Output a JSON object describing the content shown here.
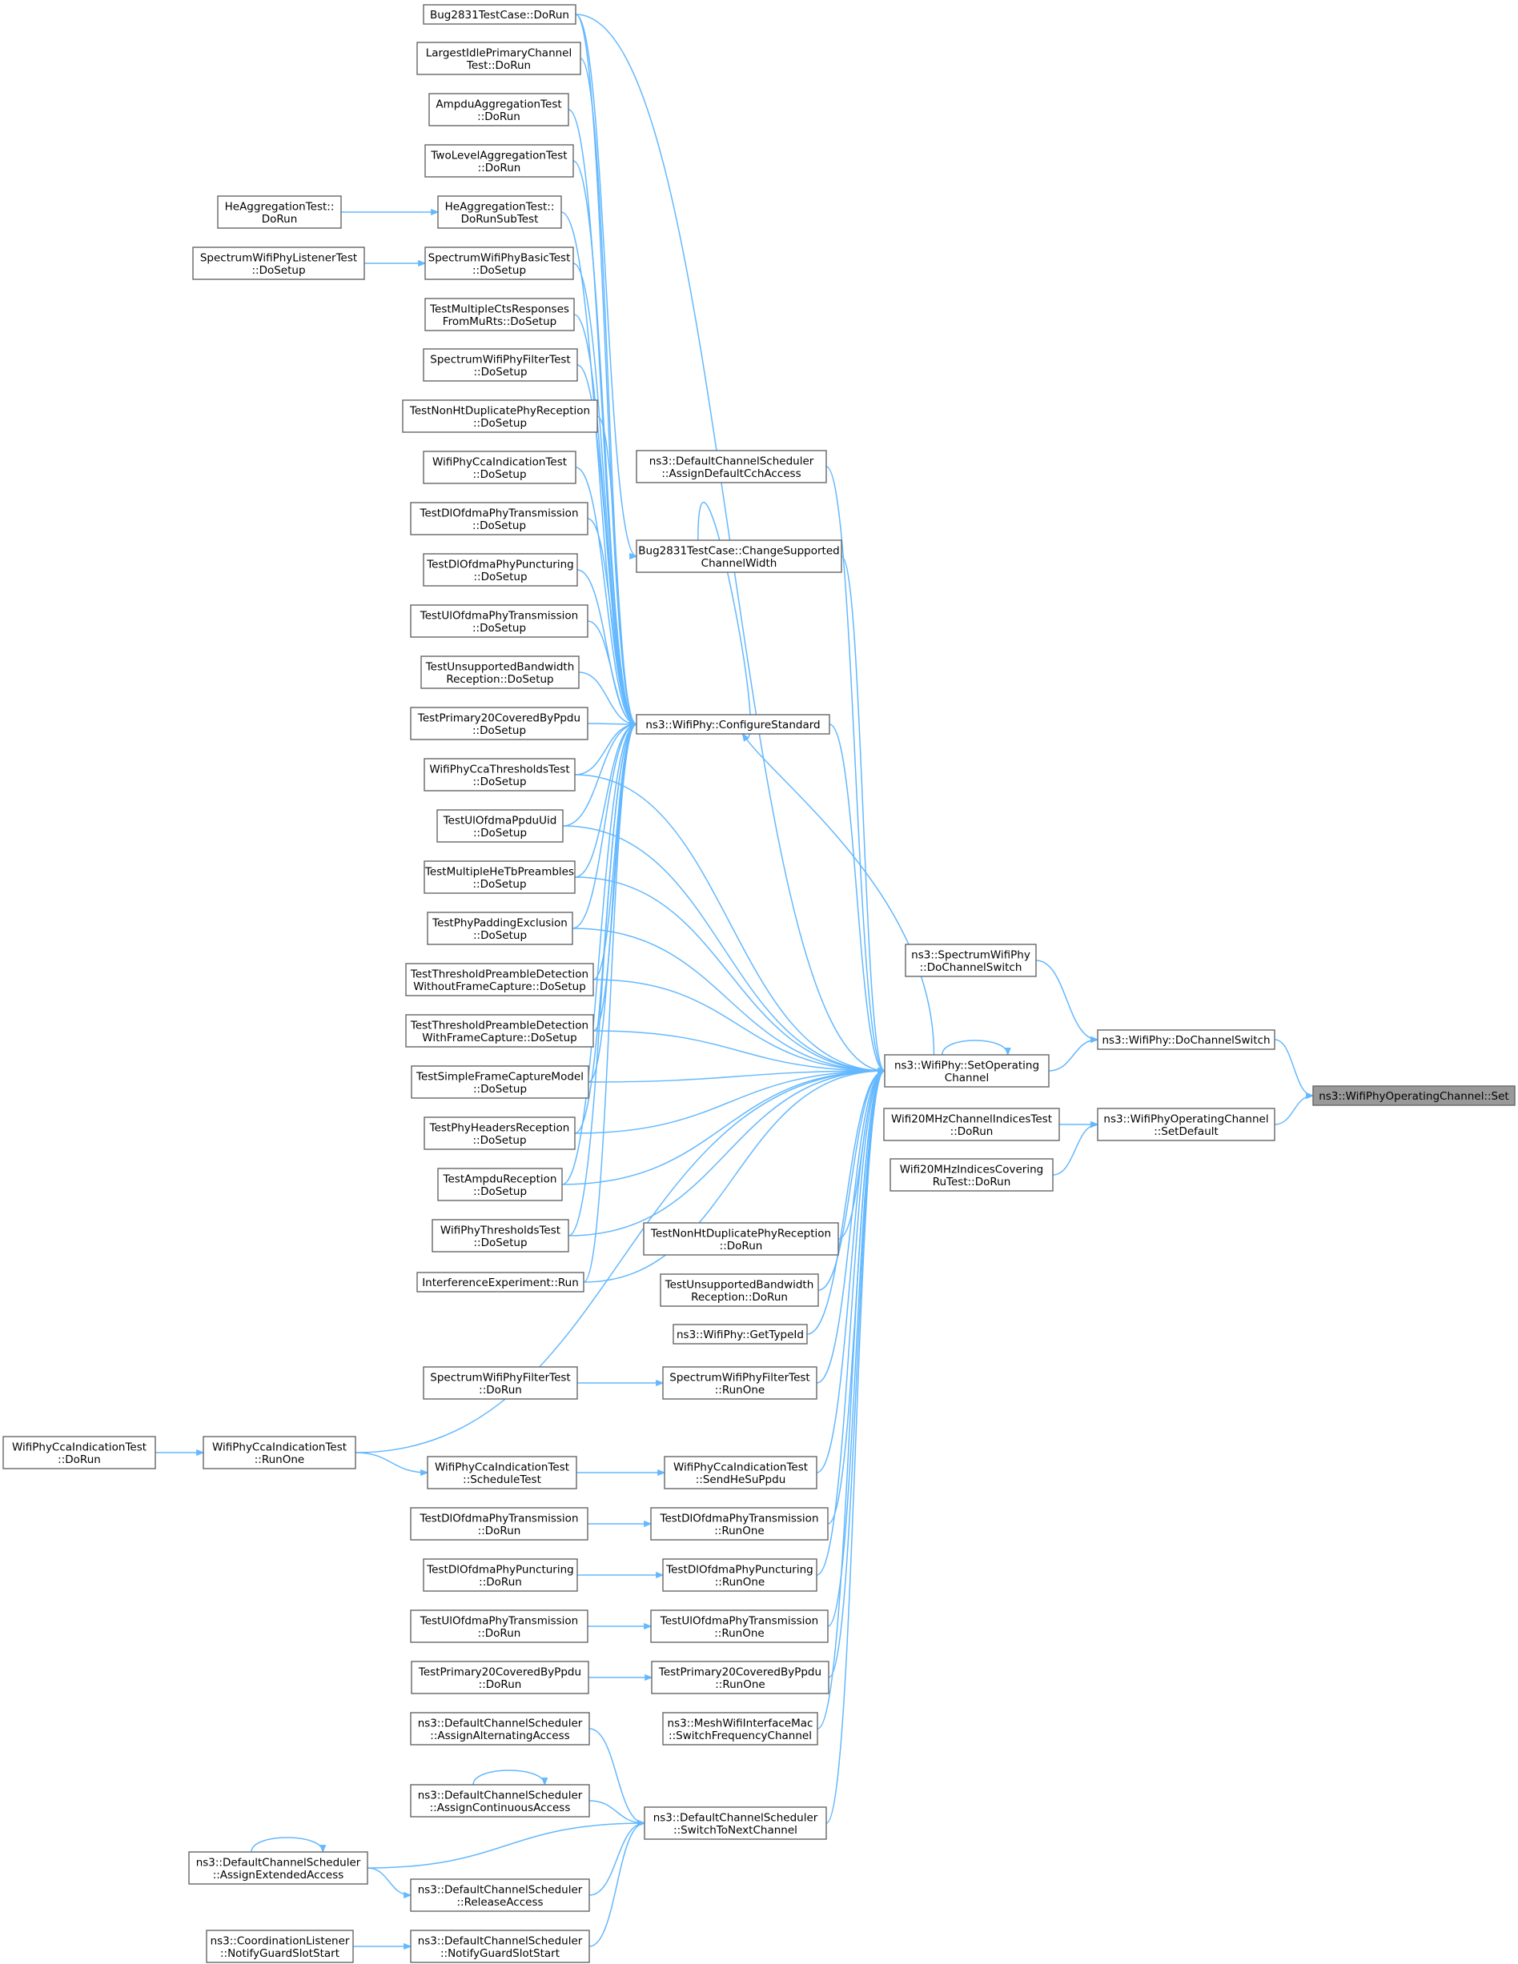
{
  "nodes": [
    {
      "id": "target",
      "lines": [
        "ns3::WifiPhyOperatingChannel::Set"
      ],
      "root": true
    },
    {
      "id": "dochswitch",
      "lines": [
        "ns3::WifiPhy::DoChannelSwitch"
      ]
    },
    {
      "id": "setdefault",
      "lines": [
        "ns3::WifiPhyOperatingChannel",
        "::SetDefault"
      ]
    },
    {
      "id": "spdochswitch",
      "lines": [
        "ns3::SpectrumWifiPhy",
        "::DoChannelSwitch"
      ]
    },
    {
      "id": "setop",
      "lines": [
        "ns3::WifiPhy::SetOperating",
        "Channel"
      ]
    },
    {
      "id": "w20idx",
      "lines": [
        "Wifi20MHzChannelIndicesTest",
        "::DoRun"
      ]
    },
    {
      "id": "w20ru",
      "lines": [
        "Wifi20MHzIndicesCovering",
        "RuTest::DoRun"
      ]
    },
    {
      "id": "cfgstd",
      "lines": [
        "ns3::WifiPhy::ConfigureStandard"
      ]
    },
    {
      "id": "assigncch",
      "lines": [
        "ns3::DefaultChannelScheduler",
        "::AssignDefaultCchAccess"
      ]
    },
    {
      "id": "bugchange",
      "lines": [
        "Bug2831TestCase::ChangeSupported",
        "ChannelWidth"
      ]
    },
    {
      "id": "nonhtrun",
      "lines": [
        "TestNonHtDuplicatePhyReception",
        "::DoRun"
      ]
    },
    {
      "id": "unsuprun",
      "lines": [
        "TestUnsupportedBandwidth",
        "Reception::DoRun"
      ]
    },
    {
      "id": "gettypeid",
      "lines": [
        "ns3::WifiPhy::GetTypeId"
      ]
    },
    {
      "id": "spfiltrunone",
      "lines": [
        "SpectrumWifiPhyFilterTest",
        "::RunOne"
      ]
    },
    {
      "id": "ccasendhe",
      "lines": [
        "WifiPhyCcaIndicationTest",
        "::SendHeSuPpdu"
      ]
    },
    {
      "id": "dlofdmrunone",
      "lines": [
        "TestDlOfdmaPhyTransmission",
        "::RunOne"
      ]
    },
    {
      "id": "dlpuncrunone",
      "lines": [
        "TestDlOfdmaPhyPuncturing",
        "::RunOne"
      ]
    },
    {
      "id": "ulofdmrunone",
      "lines": [
        "TestUlOfdmaPhyTransmission",
        "::RunOne"
      ]
    },
    {
      "id": "p20runone",
      "lines": [
        "TestPrimary20CoveredByPpdu",
        "::RunOne"
      ]
    },
    {
      "id": "meshswitch",
      "lines": [
        "ns3::MeshWifiInterfaceMac",
        "::SwitchFrequencyChannel"
      ]
    },
    {
      "id": "switchnext",
      "lines": [
        "ns3::DefaultChannelScheduler",
        "::SwitchToNextChannel"
      ]
    },
    {
      "id": "bugdorun",
      "lines": [
        "Bug2831TestCase::DoRun"
      ]
    },
    {
      "id": "largest",
      "lines": [
        "LargestIdlePrimaryChannel",
        "Test::DoRun"
      ]
    },
    {
      "id": "ampduagg",
      "lines": [
        "AmpduAggregationTest",
        "::DoRun"
      ]
    },
    {
      "id": "twolevel",
      "lines": [
        "TwoLevelAggregationTest",
        "::DoRun"
      ]
    },
    {
      "id": "heaggsub",
      "lines": [
        "HeAggregationTest::",
        "DoRunSubTest"
      ]
    },
    {
      "id": "heaggrun",
      "lines": [
        "HeAggregationTest::",
        "DoRun"
      ]
    },
    {
      "id": "spbasic",
      "lines": [
        "SpectrumWifiPhyBasicTest",
        "::DoSetup"
      ]
    },
    {
      "id": "splistener",
      "lines": [
        "SpectrumWifiPhyListenerTest",
        "::DoSetup"
      ]
    },
    {
      "id": "multicts",
      "lines": [
        "TestMultipleCtsResponses",
        "FromMuRts::DoSetup"
      ]
    },
    {
      "id": "spfiltsetup",
      "lines": [
        "SpectrumWifiPhyFilterTest",
        "::DoSetup"
      ]
    },
    {
      "id": "nonhtsetup",
      "lines": [
        "TestNonHtDuplicatePhyReception",
        "::DoSetup"
      ]
    },
    {
      "id": "ccasetup",
      "lines": [
        "WifiPhyCcaIndicationTest",
        "::DoSetup"
      ]
    },
    {
      "id": "dlofdmsetup",
      "lines": [
        "TestDlOfdmaPhyTransmission",
        "::DoSetup"
      ]
    },
    {
      "id": "dlpuncsetup",
      "lines": [
        "TestDlOfdmaPhyPuncturing",
        "::DoSetup"
      ]
    },
    {
      "id": "ulofdmsetup",
      "lines": [
        "TestUlOfdmaPhyTransmission",
        "::DoSetup"
      ]
    },
    {
      "id": "unsupsetup",
      "lines": [
        "TestUnsupportedBandwidth",
        "Reception::DoSetup"
      ]
    },
    {
      "id": "p20setup",
      "lines": [
        "TestPrimary20CoveredByPpdu",
        "::DoSetup"
      ]
    },
    {
      "id": "ccathresh",
      "lines": [
        "WifiPhyCcaThresholdsTest",
        "::DoSetup"
      ]
    },
    {
      "id": "ulppduuid",
      "lines": [
        "TestUlOfdmaPpduUid",
        "::DoSetup"
      ]
    },
    {
      "id": "multihetb",
      "lines": [
        "TestMultipleHeTbPreambles",
        "::DoSetup"
      ]
    },
    {
      "id": "padding",
      "lines": [
        "TestPhyPaddingExclusion",
        "::DoSetup"
      ]
    },
    {
      "id": "threshwo",
      "lines": [
        "TestThresholdPreambleDetection",
        "WithoutFrameCapture::DoSetup"
      ]
    },
    {
      "id": "threshwith",
      "lines": [
        "TestThresholdPreambleDetection",
        "WithFrameCapture::DoSetup"
      ]
    },
    {
      "id": "simplecap",
      "lines": [
        "TestSimpleFrameCaptureModel",
        "::DoSetup"
      ]
    },
    {
      "id": "headers",
      "lines": [
        "TestPhyHeadersReception",
        "::DoSetup"
      ]
    },
    {
      "id": "ampdurecv",
      "lines": [
        "TestAmpduReception",
        "::DoSetup"
      ]
    },
    {
      "id": "phythresh",
      "lines": [
        "WifiPhyThresholdsTest",
        "::DoSetup"
      ]
    },
    {
      "id": "interf",
      "lines": [
        "InterferenceExperiment::Run"
      ]
    },
    {
      "id": "spfiltrun",
      "lines": [
        "SpectrumWifiPhyFilterTest",
        "::DoRun"
      ]
    },
    {
      "id": "ccarunone",
      "lines": [
        "WifiPhyCcaIndicationTest",
        "::RunOne"
      ]
    },
    {
      "id": "ccadorun",
      "lines": [
        "WifiPhyCcaIndicationTest",
        "::DoRun"
      ]
    },
    {
      "id": "ccasched",
      "lines": [
        "WifiPhyCcaIndicationTest",
        "::ScheduleTest"
      ]
    },
    {
      "id": "dlofdmrun",
      "lines": [
        "TestDlOfdmaPhyTransmission",
        "::DoRun"
      ]
    },
    {
      "id": "dlpuncrun",
      "lines": [
        "TestDlOfdmaPhyPuncturing",
        "::DoRun"
      ]
    },
    {
      "id": "ulofdmrun",
      "lines": [
        "TestUlOfdmaPhyTransmission",
        "::DoRun"
      ]
    },
    {
      "id": "p20run",
      "lines": [
        "TestPrimary20CoveredByPpdu",
        "::DoRun"
      ]
    },
    {
      "id": "assignalt",
      "lines": [
        "ns3::DefaultChannelScheduler",
        "::AssignAlternatingAccess"
      ]
    },
    {
      "id": "assigncont",
      "lines": [
        "ns3::DefaultChannelScheduler",
        "::AssignContinuousAccess"
      ]
    },
    {
      "id": "assignext",
      "lines": [
        "ns3::DefaultChannelScheduler",
        "::AssignExtendedAccess"
      ]
    },
    {
      "id": "release",
      "lines": [
        "ns3::DefaultChannelScheduler",
        "::ReleaseAccess"
      ]
    },
    {
      "id": "notifyguard",
      "lines": [
        "ns3::DefaultChannelScheduler",
        "::NotifyGuardSlotStart"
      ]
    },
    {
      "id": "coordguard",
      "lines": [
        "ns3::CoordinationListener",
        "::NotifyGuardSlotStart"
      ]
    }
  ]
}
